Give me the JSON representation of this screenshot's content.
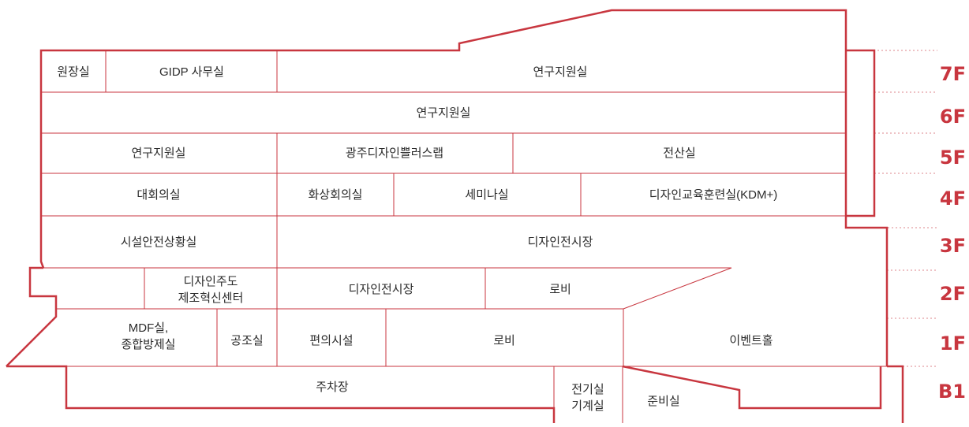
{
  "diagram": {
    "accent_color": "#c8363f",
    "line_color": "#c8363f",
    "text_color": "#2b2b2b",
    "floors": [
      "7F",
      "6F",
      "5F",
      "4F",
      "3F",
      "2F",
      "1F",
      "B1"
    ],
    "rooms": {
      "f7": [
        "원장실",
        "GIDP 사무실",
        "연구지원실"
      ],
      "f6": [
        "연구지원실"
      ],
      "f5": [
        "연구지원실",
        "광주디자인쁠러스랩",
        "전산실"
      ],
      "f4": [
        "대회의실",
        "화상회의실",
        "세미나실",
        "디자인교육훈련실(KDM+)"
      ],
      "f3": [
        "시설안전상황실",
        "디자인전시장"
      ],
      "f2": [
        [
          "디자인주도",
          "제조혁신센터"
        ],
        "디자인전시장",
        "로비"
      ],
      "f1": [
        [
          "MDF실,",
          "종합방제실"
        ],
        "공조실",
        "편의시설",
        "로비",
        "이벤트홀"
      ],
      "b1": [
        "주차장",
        [
          "전기실",
          "기계실"
        ],
        "준비실"
      ]
    }
  }
}
